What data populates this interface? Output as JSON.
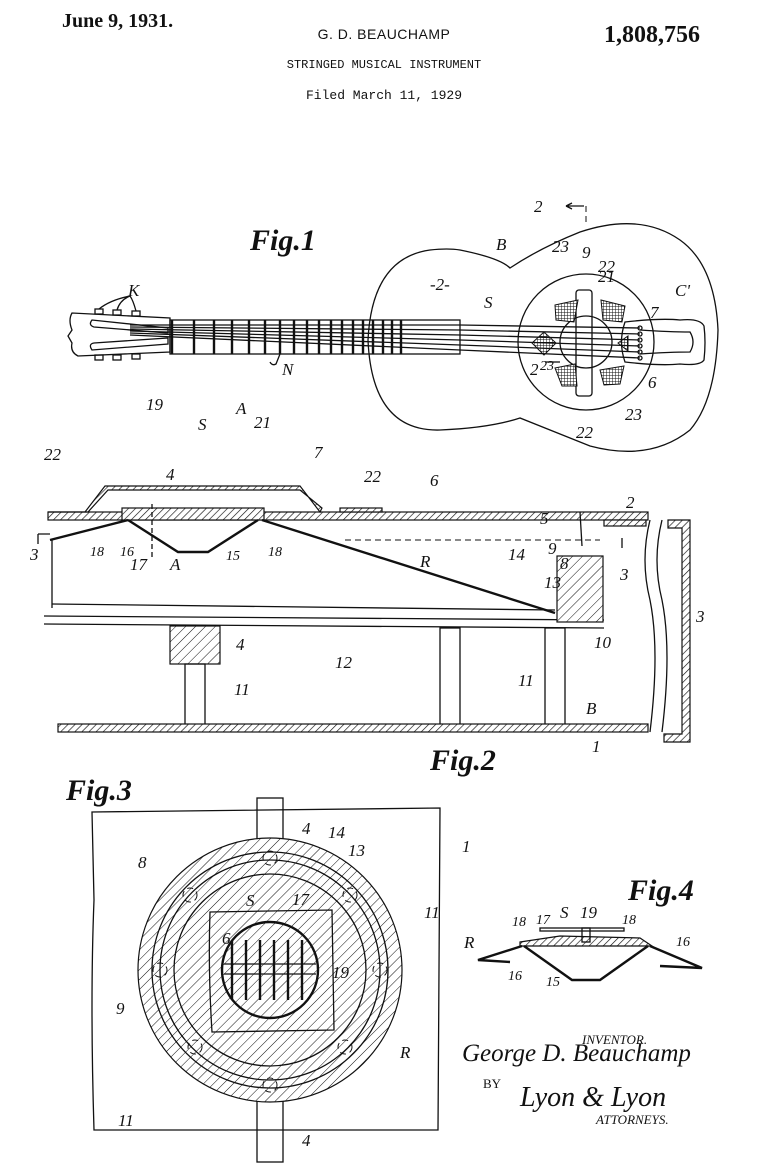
{
  "header": {
    "date": "June 9, 1931.",
    "inventor": "G. D. BEAUCHAMP",
    "patent_number": "1,808,756",
    "title": "STRINGED MUSICAL INSTRUMENT",
    "filed": "Filed March 11, 1929"
  },
  "figures": {
    "fig1": {
      "label": "Fig.1",
      "refs": [
        "K",
        "N",
        "B",
        "-2-",
        "S",
        "23",
        "23",
        "23",
        "9",
        "22",
        "22",
        "21",
        "7",
        "C'",
        "6",
        "2",
        "2"
      ]
    },
    "fig2": {
      "label": "Fig.2",
      "refs": [
        "22",
        "19",
        "S",
        "A",
        "21",
        "7",
        "22",
        "6",
        "5",
        "2",
        "4",
        "A",
        "3",
        "18",
        "16",
        "17",
        "15",
        "18",
        "R",
        "9",
        "8",
        "3",
        "14",
        "13",
        "10",
        "3",
        "4",
        "12",
        "11",
        "11",
        "B",
        "1"
      ]
    },
    "fig3": {
      "label": "Fig.3",
      "refs": [
        "4",
        "14",
        "13",
        "1",
        "8",
        "S",
        "17",
        "11",
        "6",
        "9",
        "19",
        "R",
        "11",
        "4"
      ]
    },
    "fig4": {
      "label": "Fig.4",
      "refs": [
        "S",
        "19",
        "17",
        "18",
        "18",
        "R",
        "16",
        "16",
        "15"
      ]
    }
  },
  "signature": {
    "inventor_label": "INVENTOR.",
    "inventor_name": "George D. Beauchamp",
    "by_label": "BY",
    "attorney_name": "Lyon & Lyon",
    "attorney_label": "ATTORNEYS."
  }
}
